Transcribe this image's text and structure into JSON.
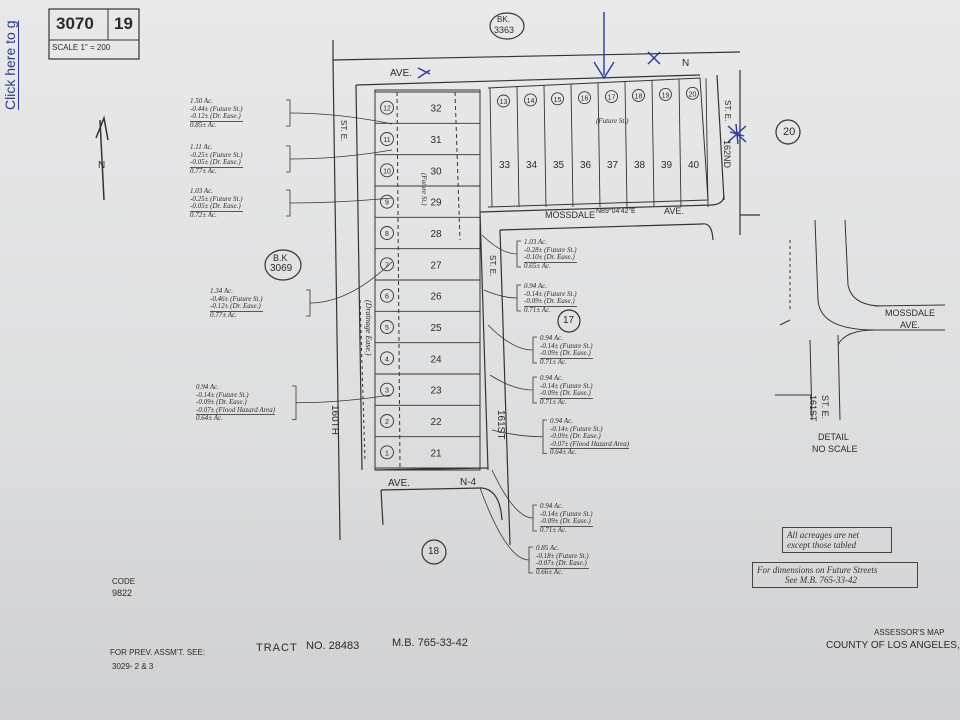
{
  "header": {
    "book": "3070",
    "page": "19",
    "scale": "SCALE 1\" = 200",
    "sidebar_link": "Click here to g"
  },
  "labels": {
    "bk_3363_a": "BK.",
    "bk_3363_b": "3363",
    "bk_3069_a": "B.K",
    "bk_3069_b": "3069",
    "ave_top": "AVE.",
    "ave_top_n": "N",
    "mossdale": "MOSSDALE",
    "mossdale_ave": "AVE.",
    "mossdale_bearing": "N89°04'42\"E",
    "st_160th": "160TH",
    "st_161st": "161ST",
    "st_e_left": "ST. E.",
    "st_e_mid": "ST. E.",
    "st_162nd": "162ND",
    "st_162nd_e": "ST. E.",
    "ave_bottom": "AVE.",
    "ave_bottom_n": "N-4",
    "drainage": "(Drainage Ease.)",
    "future_st_mid": "(Future St.)",
    "future_st_top": "(Future St.)",
    "north_letter": "N",
    "code_label": "CODE",
    "code_value": "9822"
  },
  "circles": {
    "c20": "20",
    "c17": "17",
    "c18": "18"
  },
  "lots_top": [
    "33",
    "34",
    "35",
    "36",
    "37",
    "38",
    "39",
    "40"
  ],
  "lots_top_circled": [
    "13",
    "14",
    "15",
    "16",
    "17",
    "18",
    "19",
    "20"
  ],
  "lots_left": [
    "32",
    "31",
    "30",
    "29",
    "28",
    "27",
    "26",
    "25",
    "24",
    "23",
    "22",
    "21"
  ],
  "lots_left_circled": [
    "12",
    "11",
    "10",
    "9",
    "8",
    "7",
    "6",
    "5",
    "4",
    "3",
    "2",
    "1"
  ],
  "annotations_left": [
    {
      "total": "1.50 Ac.",
      "fs": "-0.44± (Future St.)",
      "de": "-0.12± (Dr. Ease.)",
      "net": "0.85± Ac."
    },
    {
      "total": "1.11 Ac.",
      "fs": "-0.25± (Future St.)",
      "de": "-0.05± (Dr. Ease.)",
      "net": "0.77± Ac."
    },
    {
      "total": "1.03 Ac.",
      "fs": "-0.25± (Future St.)",
      "de": "-0.05± (Dr. Ease.)",
      "net": "0.72± Ac."
    },
    {
      "total": "1.34 Ac.",
      "fs": "-0.46± (Future St.)",
      "de": "-0.12± (Dr. Ease.)",
      "net": "0.77± Ac."
    },
    {
      "total": "0.94 Ac.",
      "fs": "-0.14± (Future St.)",
      "de": "-0.09± (Dr. Ease.)",
      "fh": "-0.07± (Flood Hazard Area)",
      "net": "0.64± Ac."
    }
  ],
  "annotations_right": [
    {
      "total": "1.03 Ac.",
      "fs": "-0.28± (Future St.)",
      "de": "-0.10± (Dr. Ease.)",
      "net": "0.65± Ac."
    },
    {
      "total": "0.94 Ac.",
      "fs": "-0.14± (Future St.)",
      "de": "-0.09± (Dr. Ease.)",
      "net": "0.71± Ac."
    },
    {
      "total": "0.94 Ac.",
      "fs": "-0.14± (Future St.)",
      "de": "-0.09± (Dr. Ease.)",
      "net": "0.71± Ac."
    },
    {
      "total": "0.94 Ac.",
      "fs": "-0.14± (Future St.)",
      "de": "-0.09± (Dr. Ease.)",
      "net": "0.71± Ac."
    },
    {
      "total": "0.94 Ac.",
      "fs": "-0.14± (Future St.)",
      "de": "-0.09± (Dr. Ease.)",
      "fh": "-0.07± (Flood Hazard Area)",
      "net": "0.64± Ac."
    },
    {
      "total": "0.94 Ac.",
      "fs": "-0.14± (Future St.)",
      "de": "-0.09± (Dr. Ease.)",
      "net": "0.71± Ac."
    },
    {
      "total": "0.85 Ac.",
      "fs": "-0.18± (Future St.)",
      "de": "-0.07± (Dr. Ease.)",
      "net": "0.66± Ac."
    }
  ],
  "detail": {
    "mossdale": "MOSSDALE",
    "ave": "AVE.",
    "st_161st": "161ST",
    "st_e": "ST. E.",
    "title": "DETAIL",
    "no_scale": "NO SCALE"
  },
  "notes": {
    "acreage_1": "All acreages are net",
    "acreage_2": "except those tabled",
    "future_1": "For dimensions on Future Streets",
    "future_2": "See M.B. 765-33-42"
  },
  "footer": {
    "prev_1": "FOR PREV. ASSM'T. SEE:",
    "prev_2": "3029- 2 & 3",
    "tract": "TRACT",
    "tract_no": "NO. 28483",
    "mb": "M.B. 765-33-42",
    "assessor": "ASSESSOR'S MAP",
    "county": "COUNTY OF LOS ANGELES,"
  },
  "colors": {
    "paper": "#e4e4e5",
    "ink": "#2b2b2b",
    "pen": "#2a3a9a"
  }
}
